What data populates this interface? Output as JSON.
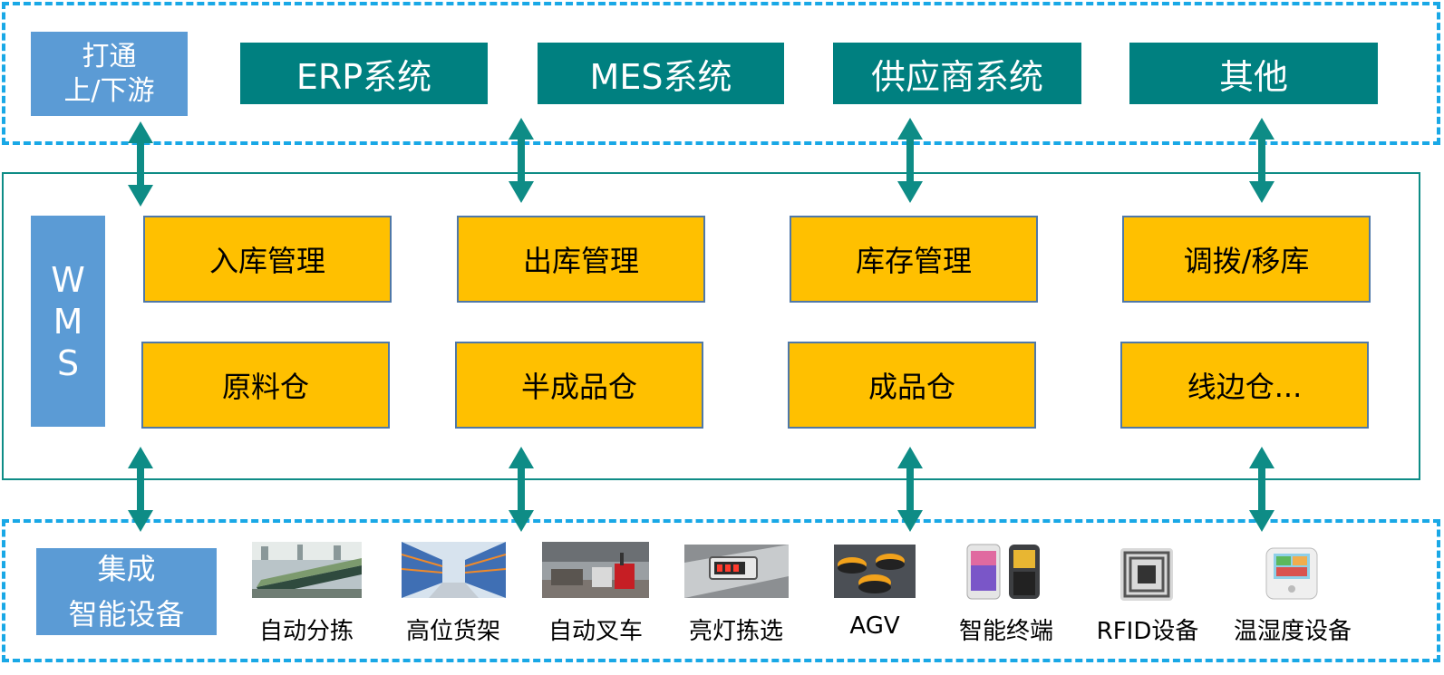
{
  "top": {
    "label_lines": [
      "打通",
      "上/下游"
    ],
    "systems": [
      "ERP系统",
      "MES系统",
      "供应商系统",
      "其他"
    ]
  },
  "wms": {
    "label_letters": [
      "W",
      "M",
      "S"
    ],
    "modules_row1": [
      "入库管理",
      "出库管理",
      "库存管理",
      "调拨/移库"
    ],
    "modules_row2": [
      "原料仓",
      "半成品仓",
      "成品仓",
      "线边仓..."
    ]
  },
  "bottom": {
    "label_lines": [
      "集成",
      "智能设备"
    ],
    "devices": [
      {
        "label": "自动分拣",
        "icon": "conveyor-sorting-photo"
      },
      {
        "label": "高位货架",
        "icon": "high-rack-shelving-photo"
      },
      {
        "label": "自动叉车",
        "icon": "automatic-forklift-photo"
      },
      {
        "label": "亮灯拣选",
        "icon": "pick-to-light-photo"
      },
      {
        "label": "AGV",
        "icon": "agv-robots-photo"
      },
      {
        "label": "智能终端",
        "icon": "handheld-terminal-photo"
      },
      {
        "label": "RFID设备",
        "icon": "rfid-tag-photo"
      },
      {
        "label": "温湿度设备",
        "icon": "temperature-humidity-sensor-photo"
      }
    ]
  },
  "colors": {
    "dash_border": "#19a8e6",
    "teal": "#008080",
    "blue_label": "#5b9bd5",
    "module_fill": "#ffc000",
    "arrow": "#0e8c86"
  }
}
